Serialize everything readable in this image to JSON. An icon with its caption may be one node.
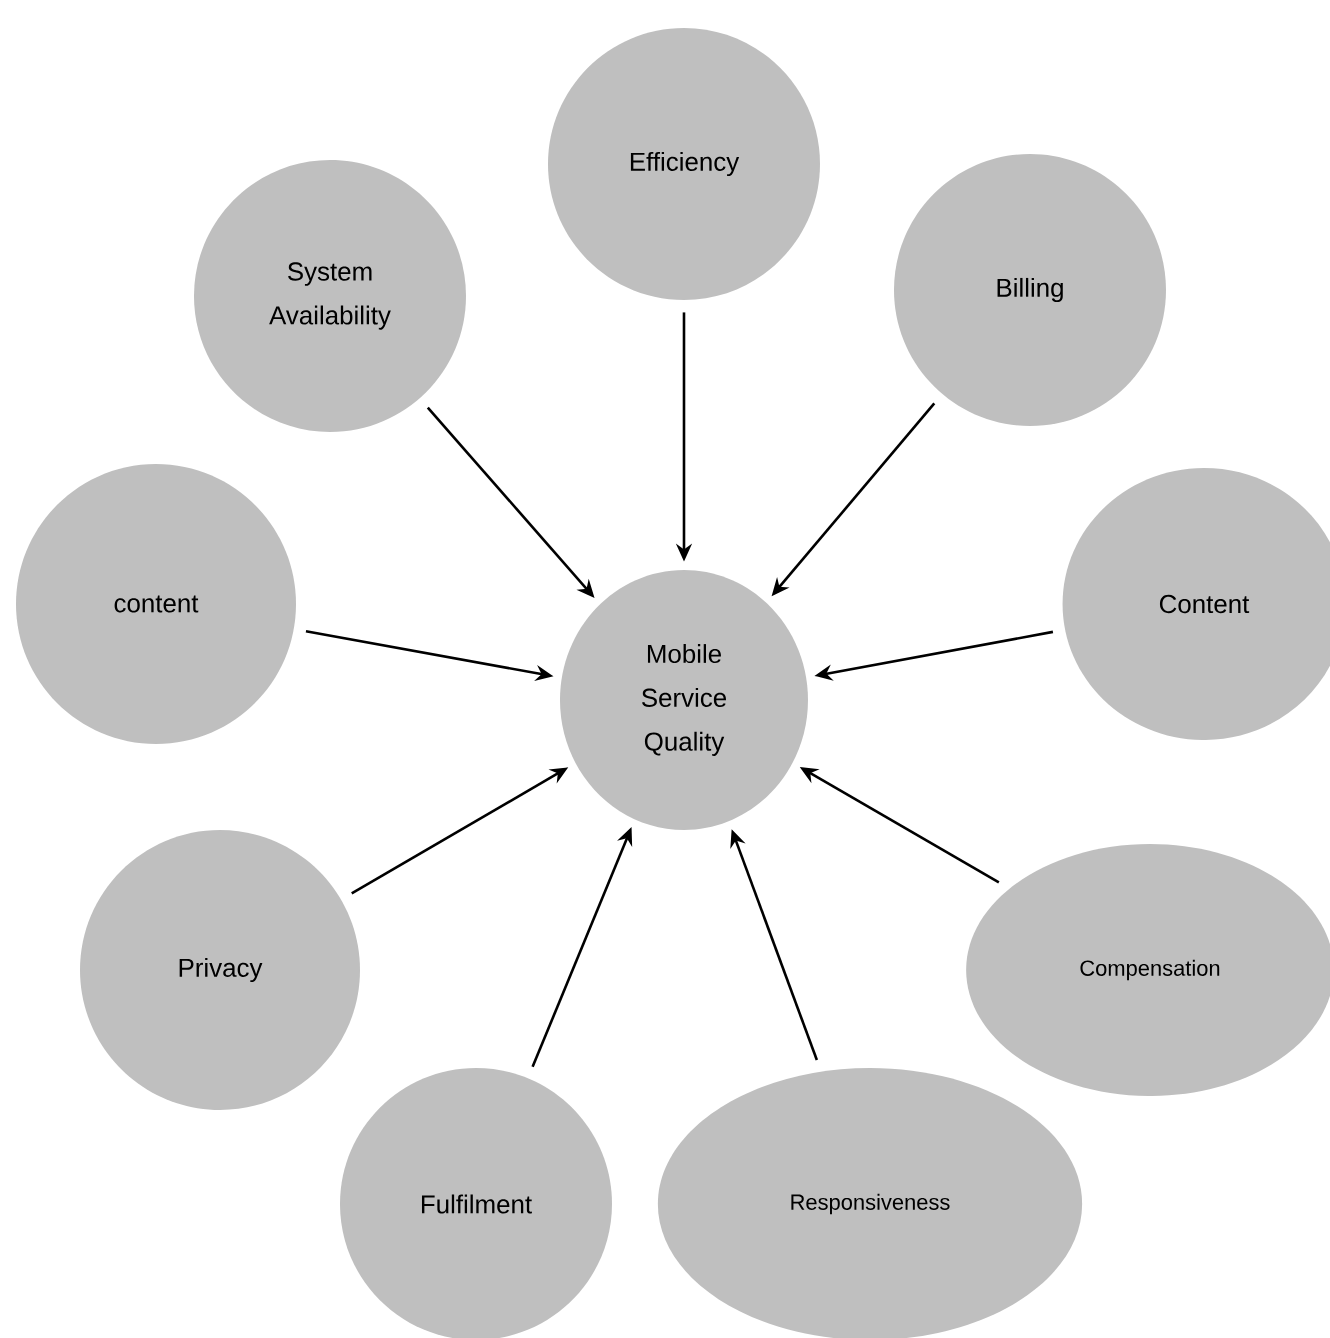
{
  "diagram": {
    "nodes": [
      {
        "text": [
          "Efficiency"
        ]
      },
      {
        "text": [
          "System Availability"
        ]
      },
      {
        "text": [
          "Billing"
        ]
      },
      {
        "text": [
          "content"
        ]
      },
      {
        "text": [
          "Mobile Service Quality"
        ]
      },
      {
        "text": [
          "Content"
        ]
      },
      {
        "text": [
          "Privacy"
        ]
      },
      {
        "text": [
          "Compensation"
        ]
      },
      {
        "text": [
          "Fulfilment"
        ]
      },
      {
        "text": [
          "Responsiveness"
        ]
      }
    ],
    "edges": [
      {
        "from": 0,
        "to": 4,
        "arrow": "to"
      },
      {
        "from": 1,
        "to": 4,
        "arrow": "to"
      },
      {
        "from": 2,
        "to": 4,
        "arrow": "to"
      },
      {
        "from": 3,
        "to": 4,
        "arrow": "to"
      },
      {
        "from": 5,
        "to": 4,
        "arrow": "to"
      },
      {
        "from": 6,
        "to": 4,
        "arrow": "to"
      },
      {
        "from": 7,
        "to": 4,
        "arrow": "to"
      },
      {
        "from": 8,
        "to": 4,
        "arrow": "to"
      },
      {
        "from": 9,
        "to": 4,
        "arrow": "to"
      }
    ]
  }
}
